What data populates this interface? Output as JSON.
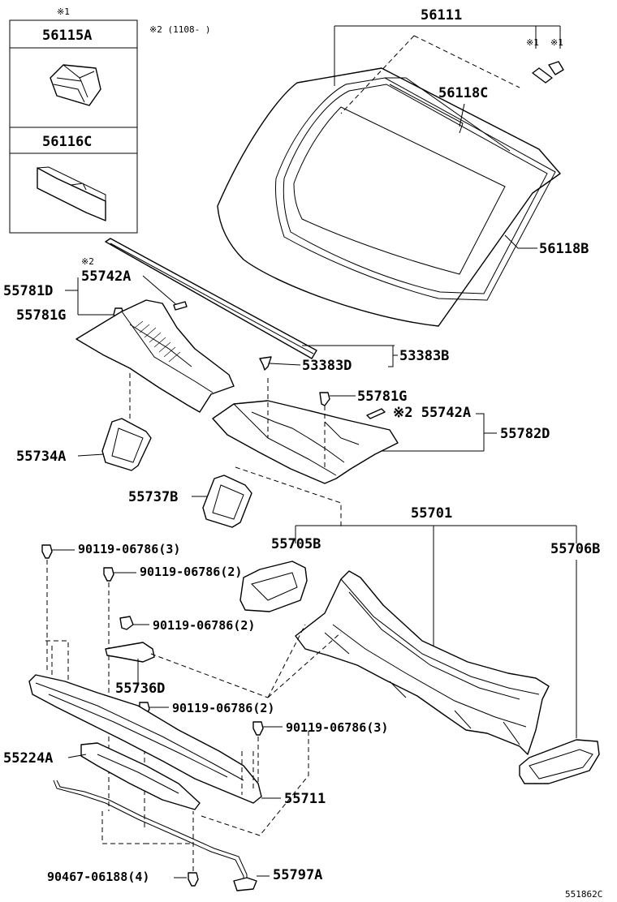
{
  "inset": {
    "note_mark": "※1",
    "item1": "56115A",
    "item2": "56116C"
  },
  "note2": "※2 (1108-    )",
  "labels": {
    "p56111": "56111",
    "n1a": "※1",
    "n1b": "※1",
    "p56118C": "56118C",
    "p56118B": "56118B",
    "n2a": "※2",
    "p55742A_1": "55742A",
    "p55781D": "55781D",
    "p55781G_1": "55781G",
    "p53383D": "53383D",
    "p53383B": "53383B",
    "p55781G_2": "55781G",
    "p55742A_2": "※2 55742A",
    "p55782D": "55782D",
    "p55734A": "55734A",
    "p55737B": "55737B",
    "p55701": "55701",
    "p55705B": "55705B",
    "p55706B": "55706B",
    "b1": "90119-06786(3)",
    "b2": "90119-06786(2)",
    "b3": "90119-06786(2)",
    "p55736D": "55736D",
    "b4": "90119-06786(2)",
    "b5": "90119-06786(3)",
    "p55224A": "55224A",
    "p55711": "55711",
    "b6": "90467-06188(4)",
    "p55797A": "55797A"
  },
  "figure_id": "551862C"
}
